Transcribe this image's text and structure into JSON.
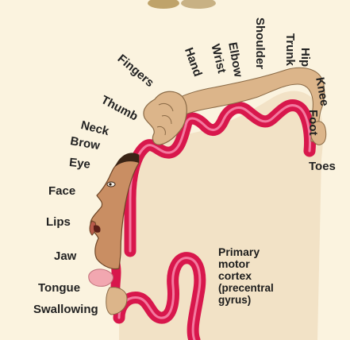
{
  "homunculus_labels": {
    "toes": "Toes",
    "foot": "Foot",
    "knee": "Knee",
    "hip": "Hip",
    "trunk": "Trunk",
    "shoulder": "Shoulder",
    "elbow": "Elbow",
    "wrist": "Wrist",
    "hand": "Hand",
    "fingers": "Fingers",
    "thumb": "Thumb",
    "neck": "Neck",
    "brow": "Brow",
    "eye": "Eye",
    "face": "Face",
    "lips": "Lips",
    "jaw": "Jaw",
    "tongue": "Tongue",
    "swallowing": "Swallowing"
  },
  "cortex_label": {
    "line1": "Primary",
    "line2": "motor",
    "line3": "cortex",
    "line4": "(precentral",
    "line5": "gyrus)"
  },
  "colors": {
    "background": "#fbf3df",
    "white_matter": "#f2e2c6",
    "gray_matter": "#d8174c",
    "gray_matter_inner": "#f37aa0",
    "skin": "#dcb58a",
    "face_skin": "#c98e63"
  }
}
